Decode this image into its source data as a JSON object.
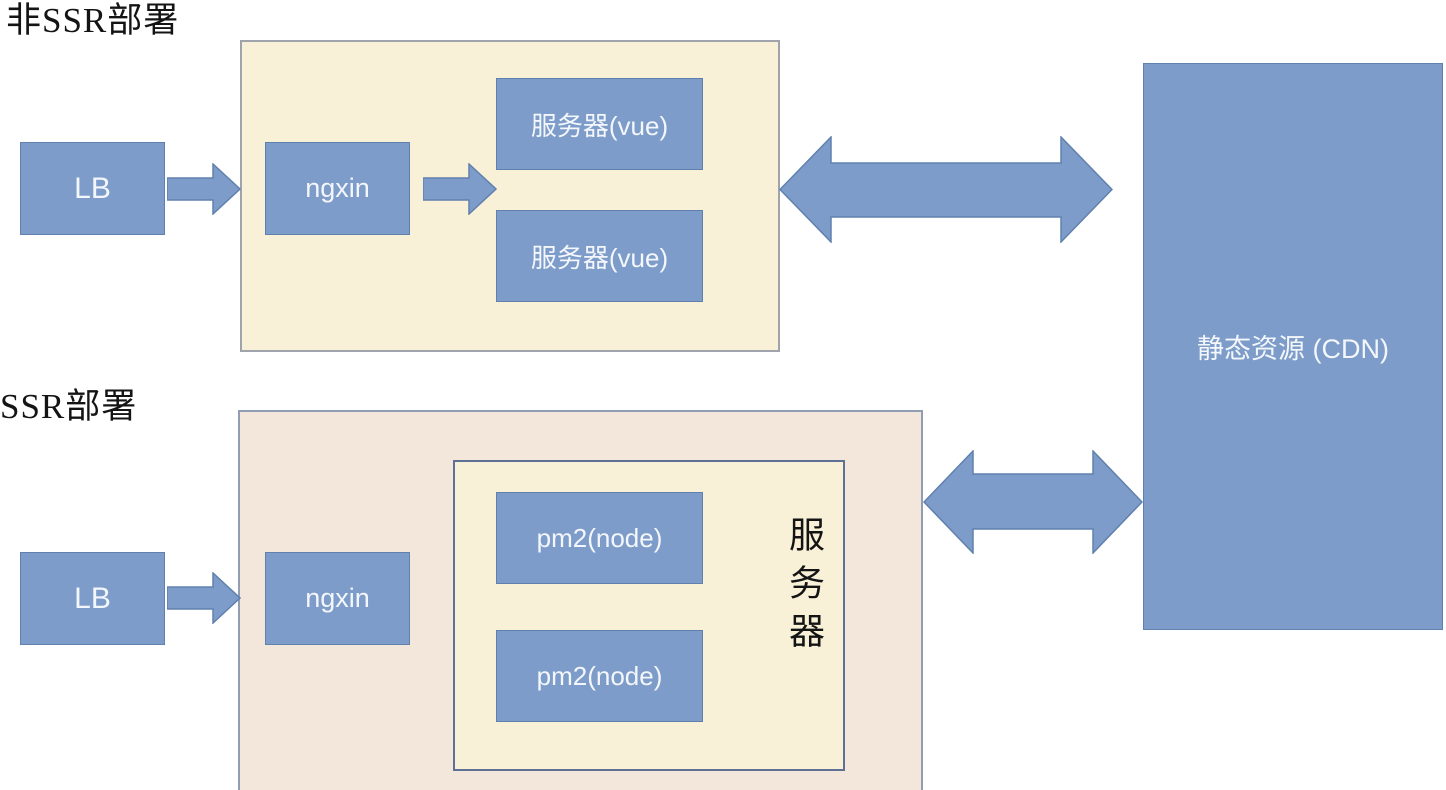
{
  "colors": {
    "page_bg": "#ffffff",
    "box_blue": "#7d9cc9",
    "box_blue_border": "#6080ad",
    "cream": "#f8f1d8",
    "cream_border": "#9fa4ac",
    "inner_border": "#5e7095",
    "pink": "#f3e7db",
    "pink_border": "#909db5",
    "label_white": "#f3f7fb",
    "heading_black": "#141414"
  },
  "non_ssr": {
    "heading": "非SSR部署",
    "lb": "LB",
    "nginx": "ngxin",
    "server1": "服务器(vue)",
    "server2": "服务器(vue)"
  },
  "ssr": {
    "heading": "SSR部署",
    "lb": "LB",
    "nginx": "ngxin",
    "node1": "pm2(node)",
    "node2": "pm2(node)",
    "server_group": "服务器"
  },
  "cdn": {
    "label": "静态资源 (CDN)"
  }
}
